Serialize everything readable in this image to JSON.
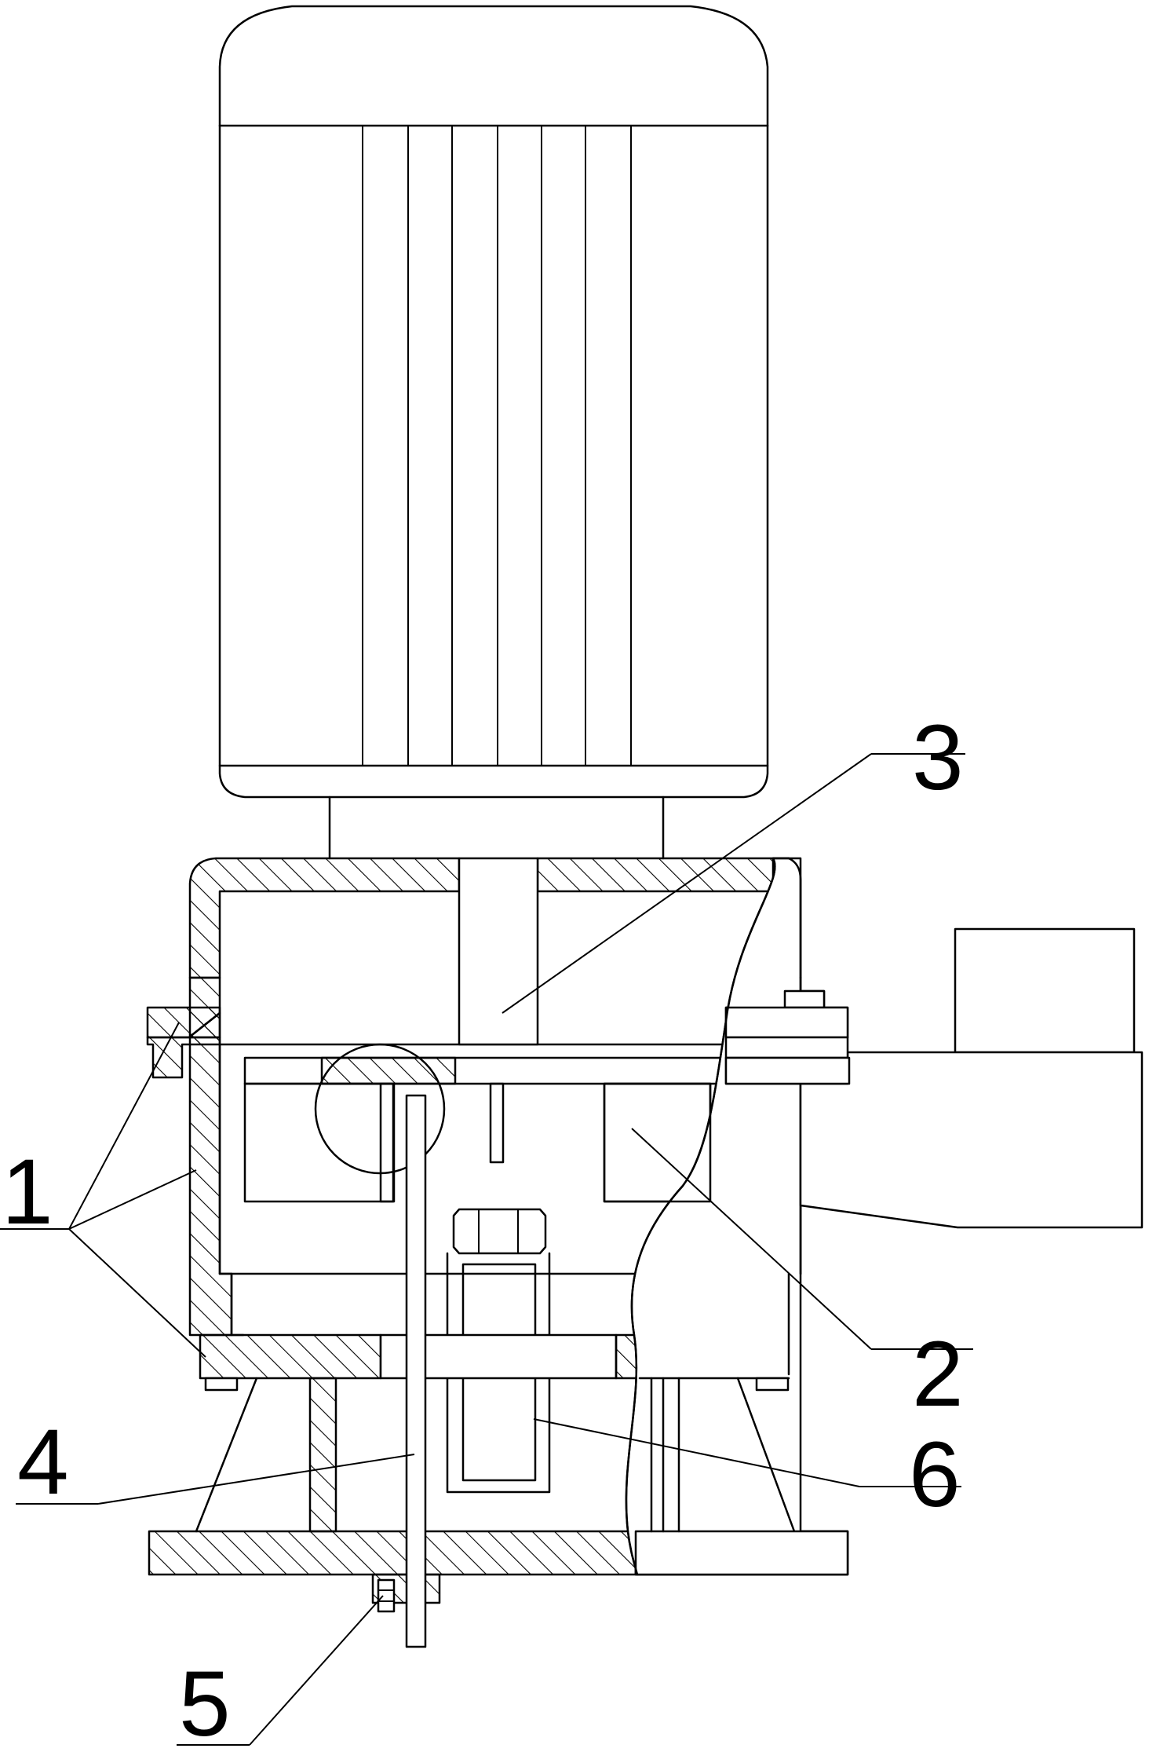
{
  "labels": {
    "part_1": "1",
    "part_2": "2",
    "part_3": "3",
    "part_4": "4",
    "part_5": "5",
    "part_6": "6"
  },
  "style": {
    "line_color": "#000000",
    "background": "#ffffff"
  }
}
